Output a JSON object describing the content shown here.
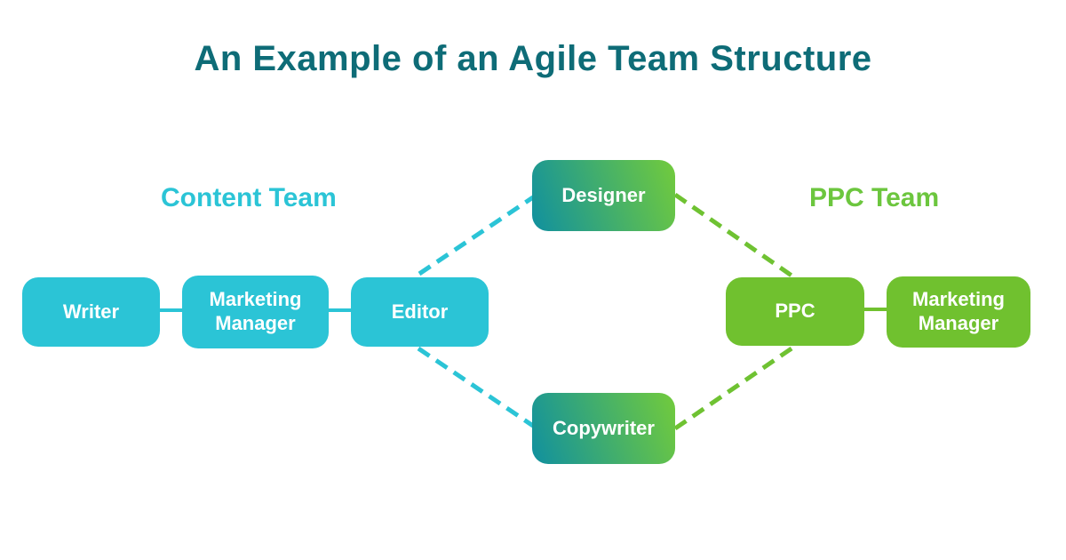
{
  "title": "An Example of an Agile Team Structure",
  "teams": {
    "content": {
      "label": "Content Team",
      "color": "#2BC4D6"
    },
    "ppc": {
      "label": "PPC Team",
      "color": "#6CC63E"
    }
  },
  "nodes": {
    "writer": {
      "label": "Writer",
      "team": "content"
    },
    "marketing_manager_content": {
      "label": "Marketing Manager",
      "team": "content"
    },
    "editor": {
      "label": "Editor",
      "team": "content"
    },
    "designer": {
      "label": "Designer",
      "team": "shared"
    },
    "copywriter": {
      "label": "Copywriter",
      "team": "shared"
    },
    "ppc": {
      "label": "PPC",
      "team": "ppc"
    },
    "marketing_manager_ppc": {
      "label": "Marketing Manager",
      "team": "ppc"
    }
  },
  "edges": [
    {
      "from": "writer",
      "to": "marketing_manager_content",
      "style": "solid",
      "color": "#2BC4D6"
    },
    {
      "from": "marketing_manager_content",
      "to": "editor",
      "style": "solid",
      "color": "#2BC4D6"
    },
    {
      "from": "editor",
      "to": "designer",
      "style": "dashed",
      "color": "#2BC4D6"
    },
    {
      "from": "editor",
      "to": "copywriter",
      "style": "dashed",
      "color": "#2BC4D6"
    },
    {
      "from": "designer",
      "to": "ppc",
      "style": "dashed",
      "color": "#6FC232"
    },
    {
      "from": "copywriter",
      "to": "ppc",
      "style": "dashed",
      "color": "#6FC232"
    },
    {
      "from": "ppc",
      "to": "marketing_manager_ppc",
      "style": "solid",
      "color": "#70C12F"
    }
  ],
  "colors": {
    "background": "#FFFFFF",
    "title_text": "#0E6C77",
    "cyan_node": "#2BC4D6",
    "green_node": "#70C12F",
    "gradient_start": "#10909F",
    "gradient_end": "#72CB3C",
    "node_text": "#FFFFFF"
  }
}
